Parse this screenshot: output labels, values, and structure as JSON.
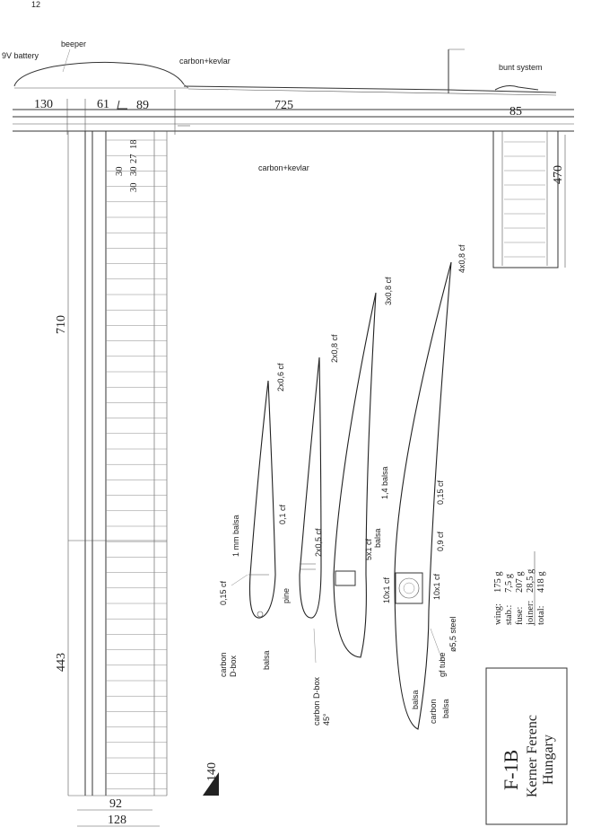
{
  "fuselage": {
    "top_mark": "12",
    "labels": {
      "battery": "9V battery",
      "beeper": "beeper",
      "carbon_top": "carbon+kevlar",
      "carbon_mid": "carbon+kevlar",
      "bunt": "bunt system"
    },
    "dims": {
      "d130": "130",
      "d61": "61",
      "d89": "89",
      "d725": "725",
      "d85": "85"
    }
  },
  "stab": {
    "span": "470"
  },
  "wing": {
    "outer_dim": "710",
    "inner_dim": "443",
    "rib_labels": [
      "18",
      "27",
      "30",
      "30",
      "30"
    ],
    "root_chord": "128",
    "tip_chord": "92",
    "dihedral": "140"
  },
  "sections": {
    "s1": {
      "spar_tip": "2x0,6 cf",
      "skin": "1 mm balsa",
      "cap": "0,1 cf",
      "te": "0,15 cf",
      "dbox": "carbon\nD-box",
      "dbox_line1": "carbon",
      "dbox_line2": "D-box",
      "le": "balsa"
    },
    "s2": {
      "spar_tip": "2x0,8 cf",
      "spar": "2x0,5 cf",
      "core": "pine",
      "dbox_line1": "carbon D-box",
      "dbox_line2": "45°"
    },
    "s3": {
      "spar_tip": "3x0,8 cf",
      "spar": "5x1 cf",
      "core": "balsa"
    },
    "s4": {
      "spar_tip": "4x0,8 cf",
      "skin": "1,4 balsa",
      "cap": "0,15 cf",
      "cap2": "0,9 cf",
      "spar_a": "10x1 cf",
      "spar_b": "10x1 cf",
      "steel": "ø5,5 steel",
      "tube": "gf tube",
      "le": "balsa",
      "carbon": "carbon",
      "balsa2": "balsa"
    }
  },
  "weights": {
    "rows": [
      {
        "label": "wing:",
        "value": "175 g"
      },
      {
        "label": "stab.:",
        "value": "7,5 g"
      },
      {
        "label": "fuse:",
        "value": "207 g"
      },
      {
        "label": "joiner:",
        "value": "28,5 g"
      },
      {
        "label": "total:",
        "value": "418 g"
      }
    ]
  },
  "title_block": {
    "model": "F-1B",
    "designer": "Kerner Ferenc",
    "country": "Hungary"
  }
}
